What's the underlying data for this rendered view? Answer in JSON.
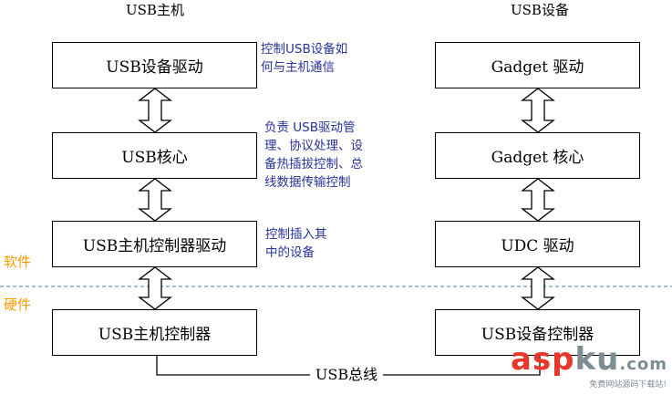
{
  "host": {
    "title": "USB主机",
    "boxes": [
      "USB设备驱动",
      "USB核心",
      "USB主机控制器驱动",
      "USB主机控制器"
    ]
  },
  "device": {
    "title": "USB设备",
    "boxes": [
      "Gadget 驱动",
      "Gadget 核心",
      "UDC 驱动",
      "USB设备控制器"
    ]
  },
  "notes": [
    [
      "控制USB设备如",
      "何与主机通信"
    ],
    [
      "负责 USB驱动管",
      "理、协议处理、设",
      "备热插拔控制、总",
      "线数据传输控制"
    ],
    [
      "控制插入其",
      "中的设备"
    ]
  ],
  "layers": {
    "software": "软件",
    "hardware": "硬件"
  },
  "bus": {
    "label": "USB总线"
  },
  "watermark": {
    "brand_part1": "asp",
    "brand_part2": "ku",
    "brand_suffix": ".com",
    "tagline": "免费网站源码下载站!"
  },
  "colors": {
    "note_text": "#27339a",
    "layer_label": "#ff9900",
    "divider": "#4a7fb5",
    "arrow_fill": "#ffffff",
    "arrow_stroke": "#000000"
  }
}
